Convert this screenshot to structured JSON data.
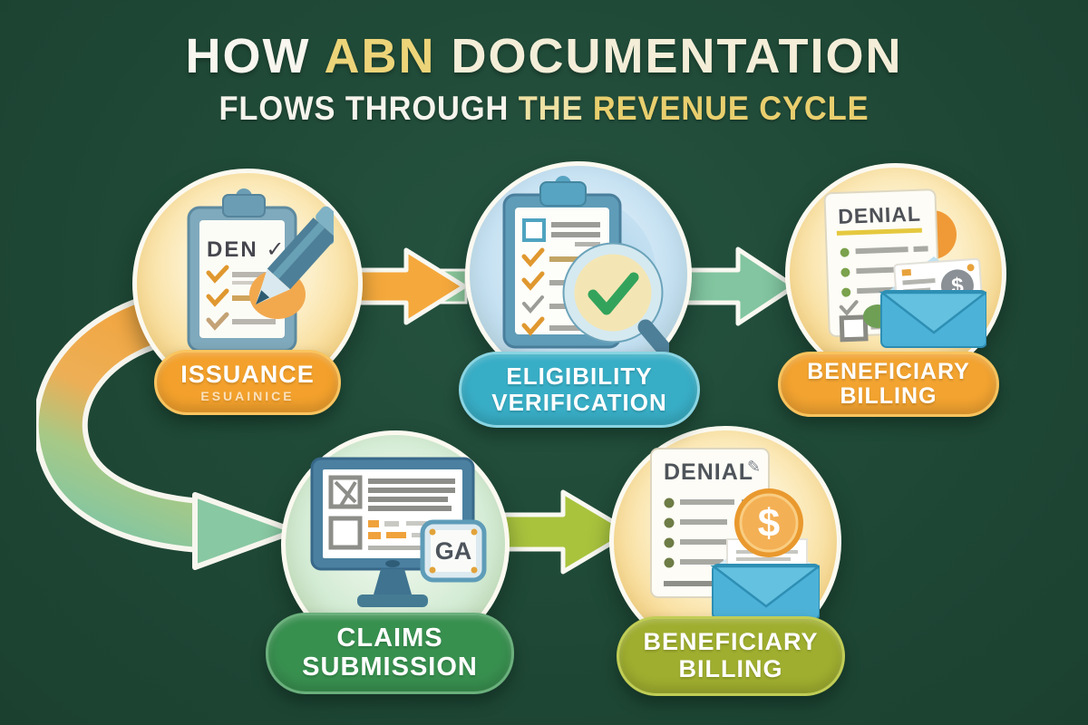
{
  "palette": {
    "background": "#1f4836",
    "arrow_orange": "#f5a93c",
    "arrow_orange_tail_green": "#8cc79c",
    "arrow_green": "#82c5a0",
    "arrow_lime": "#a9c33d",
    "curve_gradient_start": "#f3a43c",
    "curve_gradient_end": "#84c6a1",
    "circle_ring": "#fbf9f0"
  },
  "title": {
    "line1": [
      {
        "text": "HOW ",
        "color": "#f8f6ee"
      },
      {
        "text": "ABN ",
        "color": "#edd479"
      },
      {
        "text": "DOCUMENTATION",
        "color": "#f4eed8"
      }
    ],
    "line2": [
      {
        "text": "FLOWS THROUGH ",
        "color": "#f6f4ec"
      },
      {
        "text": "THE ",
        "color": "#eee1a3"
      },
      {
        "text": "REVENUE CYCLE",
        "color": "#e9cf6e"
      }
    ]
  },
  "nodes": [
    {
      "id": "issuance",
      "label_line1": "ISSUANCE",
      "sublabel": "ESUAINICE",
      "pill_bg": "#f3a12c",
      "pill_border": "#f9c45f",
      "icon": "clipboard-pen-icon",
      "doc_text": "DEN ✓"
    },
    {
      "id": "eligibility-verification",
      "label_line1": "ELIGIBILITY",
      "label_line2": "VERIFICATION",
      "pill_bg": "#38aec6",
      "pill_border": "#8ad4e2",
      "icon": "clipboard-magnifier-icon"
    },
    {
      "id": "beneficiary-billing-top",
      "label_line1": "BENEFICIARY",
      "label_line2": "BILLING",
      "pill_bg": "#f2a330",
      "pill_border": "#f8c35d",
      "icon": "denial-letter-envelope-icon",
      "doc_text": "DENIAL",
      "card_symbol": "$"
    },
    {
      "id": "claims-submission",
      "label_line1": "CLAIMS",
      "label_line2": "SUBMISSION",
      "pill_bg": "#38904f",
      "pill_border": "#6bb07d",
      "icon": "monitor-claim-form-icon",
      "card_text": "GA"
    },
    {
      "id": "beneficiary-billing-bottom",
      "label_line1": "BENEFICIARY",
      "label_line2": "BILLING",
      "pill_bg": "#9fae2f",
      "pill_border": "#c0cd55",
      "icon": "denial-coin-envelope-icon",
      "doc_text": "DENIAL",
      "pen_glyph": "✎",
      "coin_symbol": "$"
    }
  ]
}
